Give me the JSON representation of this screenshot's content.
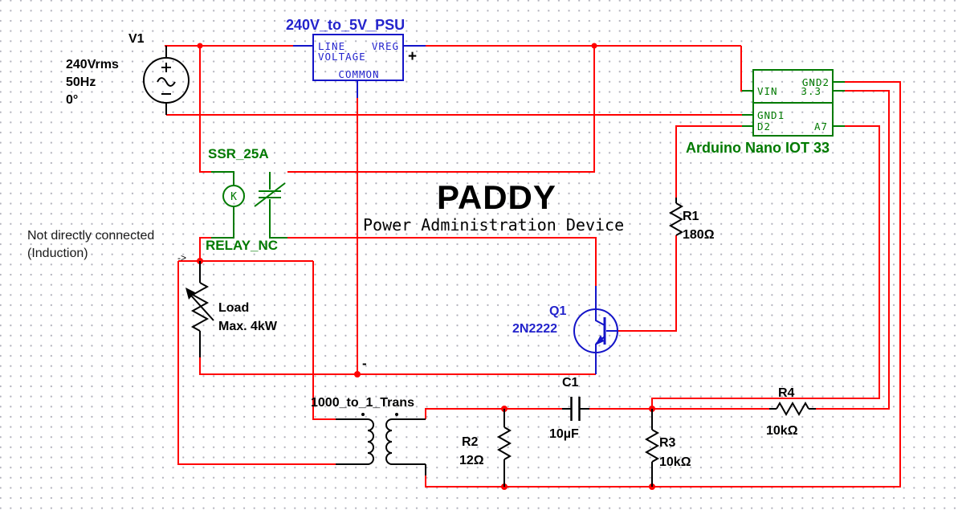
{
  "title": {
    "main": "PADDY",
    "subtitle": "Power Administration Device"
  },
  "colors": {
    "wire": "#ff0000",
    "green": "#007a00",
    "blue": "#1414c8",
    "black": "#000000"
  },
  "components": {
    "v1": {
      "ref": "V1",
      "value_line1": "240Vrms",
      "value_line2": "50Hz",
      "value_line3": "0°"
    },
    "psu": {
      "name": "240V_to_5V_PSU",
      "pin_line": "LINE",
      "pin_voltage": "VOLTAGE",
      "pin_vreg": "VREG",
      "pin_common": "COMMON",
      "plus_mark": "+",
      "minus_mark": "-"
    },
    "ssr": {
      "name": "SSR_25A",
      "coil_letter": "K",
      "relay_label": "RELAY_NC"
    },
    "note": {
      "line1": "Not directly connected",
      "line2": "(Induction)",
      "arrow": "->"
    },
    "load": {
      "line1": "Load",
      "line2": "Max. 4kW"
    },
    "arduino": {
      "name": "Arduino Nano IOT 33",
      "pin_gnd2": "GND2",
      "pin_vin": "VIN",
      "pin_3v3": "3.3",
      "pin_gnd1": "GND1",
      "pin_d2": "D2",
      "pin_a7": "A7"
    },
    "q1": {
      "ref": "Q1",
      "value": "2N2222"
    },
    "r1": {
      "ref": "R1",
      "value": "180Ω"
    },
    "r2": {
      "ref": "R2",
      "value": "12Ω"
    },
    "r3": {
      "ref": "R3",
      "value": "10kΩ"
    },
    "r4": {
      "ref": "R4",
      "value": "10kΩ"
    },
    "c1": {
      "ref": "C1",
      "value": "10µF"
    },
    "transformer": {
      "name": "1000_to_1_Trans"
    }
  }
}
